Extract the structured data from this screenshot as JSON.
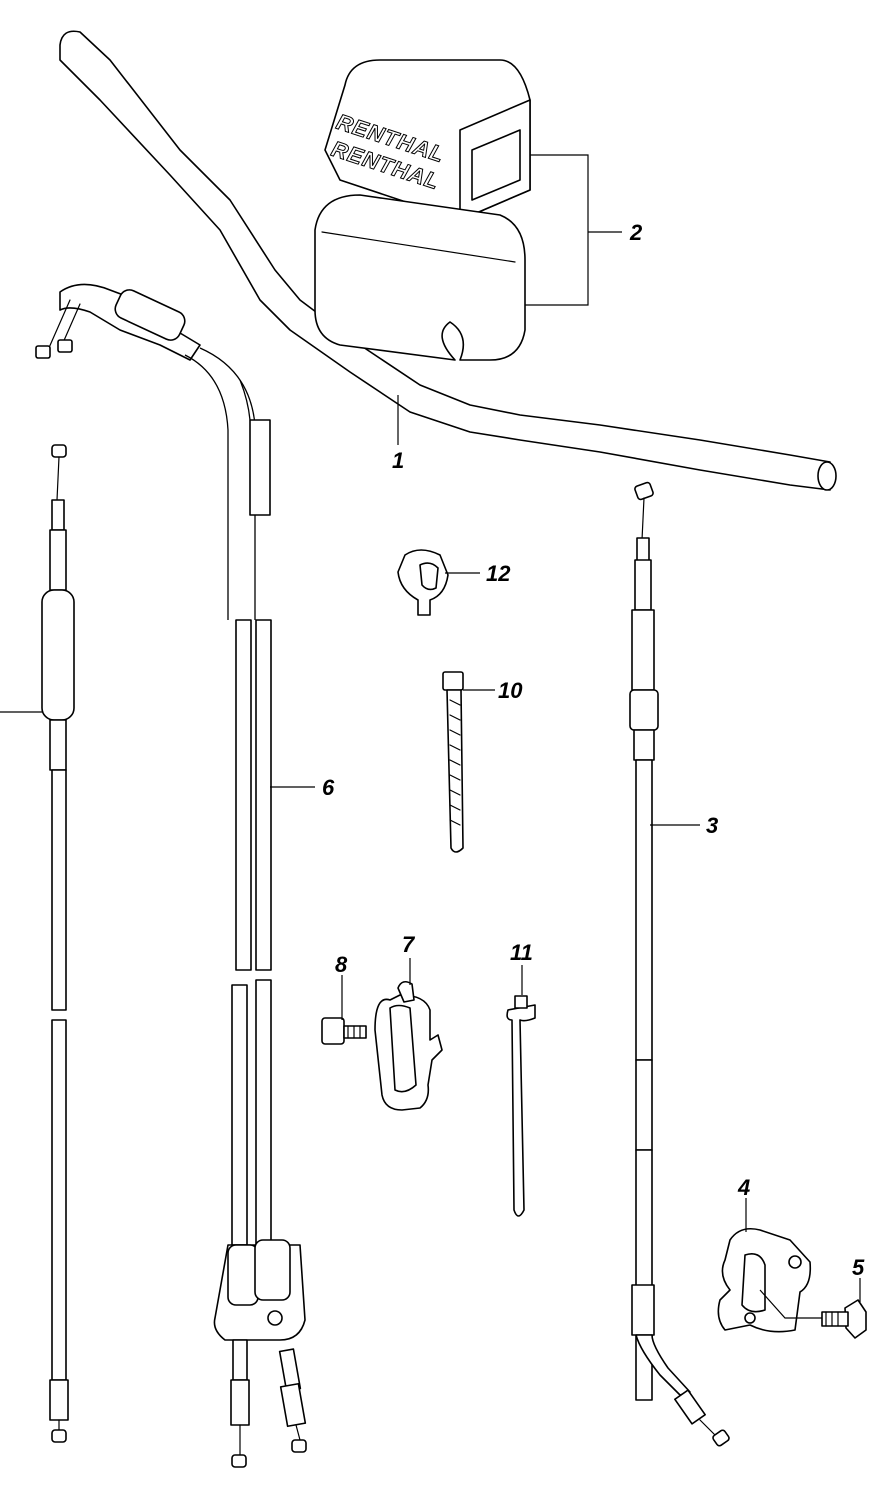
{
  "callouts": {
    "handlebar": "1",
    "pad": "2",
    "clutch_cable": "3",
    "cable_holder": "4",
    "holder_bolt": "5",
    "throttle_cable": "6",
    "cable_guide": "7",
    "guide_bolt": "8",
    "cable_tie": "10",
    "clamp_tie": "11",
    "cable_clamp": "12"
  },
  "pad_brand": [
    "RENTHAL",
    "RENTHAL"
  ]
}
